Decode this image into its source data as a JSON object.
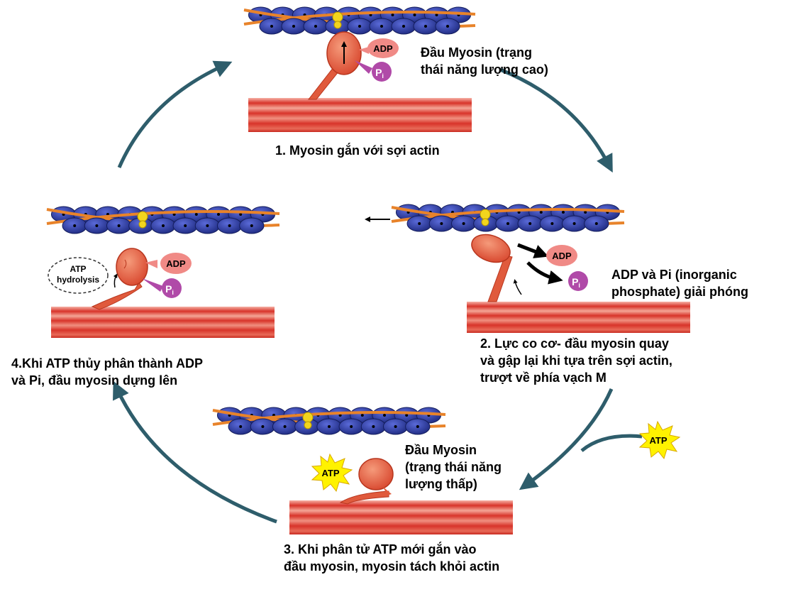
{
  "labels": {
    "step1_caption": "1. Myosin gắn với sợi actin",
    "high_energy": [
      "Đầu Myosin  (trạng",
      "thái năng lượng cao)"
    ],
    "release": [
      "ADP và Pi (inorganic",
      "phosphate) giải phóng"
    ],
    "step2_caption": [
      "2. Lực co cơ- đầu myosin quay",
      "và gập lại  khi tựa trên sợi actin,",
      "trượt về phía vạch M"
    ],
    "low_energy": [
      "Đầu Myosin",
      "(trạng thái năng",
      "lượng thấp)"
    ],
    "step3_caption": [
      "3. Khi  phân tử ATP mới gắn vào",
      "đầu myosin, myosin tách khỏi actin"
    ],
    "step4_caption": [
      "4.Khi ATP thủy phân thành ADP",
      "và Pi, đầu  myosin dựng lên"
    ]
  },
  "molecules": {
    "adp": "ADP",
    "pi_main": "P",
    "pi_sub": "i",
    "atp": "ATP",
    "hydrolysis": [
      "ATP",
      "hydrolysis"
    ]
  },
  "colors": {
    "actin_bead": "#2a3a9c",
    "tropomyosin": "#e8832a",
    "troponin": "#f2d51e",
    "myosin": "#e05a3c",
    "thick_filament": "#d8342a",
    "adp": "#f08a86",
    "pi": "#b04aa8",
    "atp_star": "#fff200",
    "cycle_arrow": "#2e5d6b"
  }
}
